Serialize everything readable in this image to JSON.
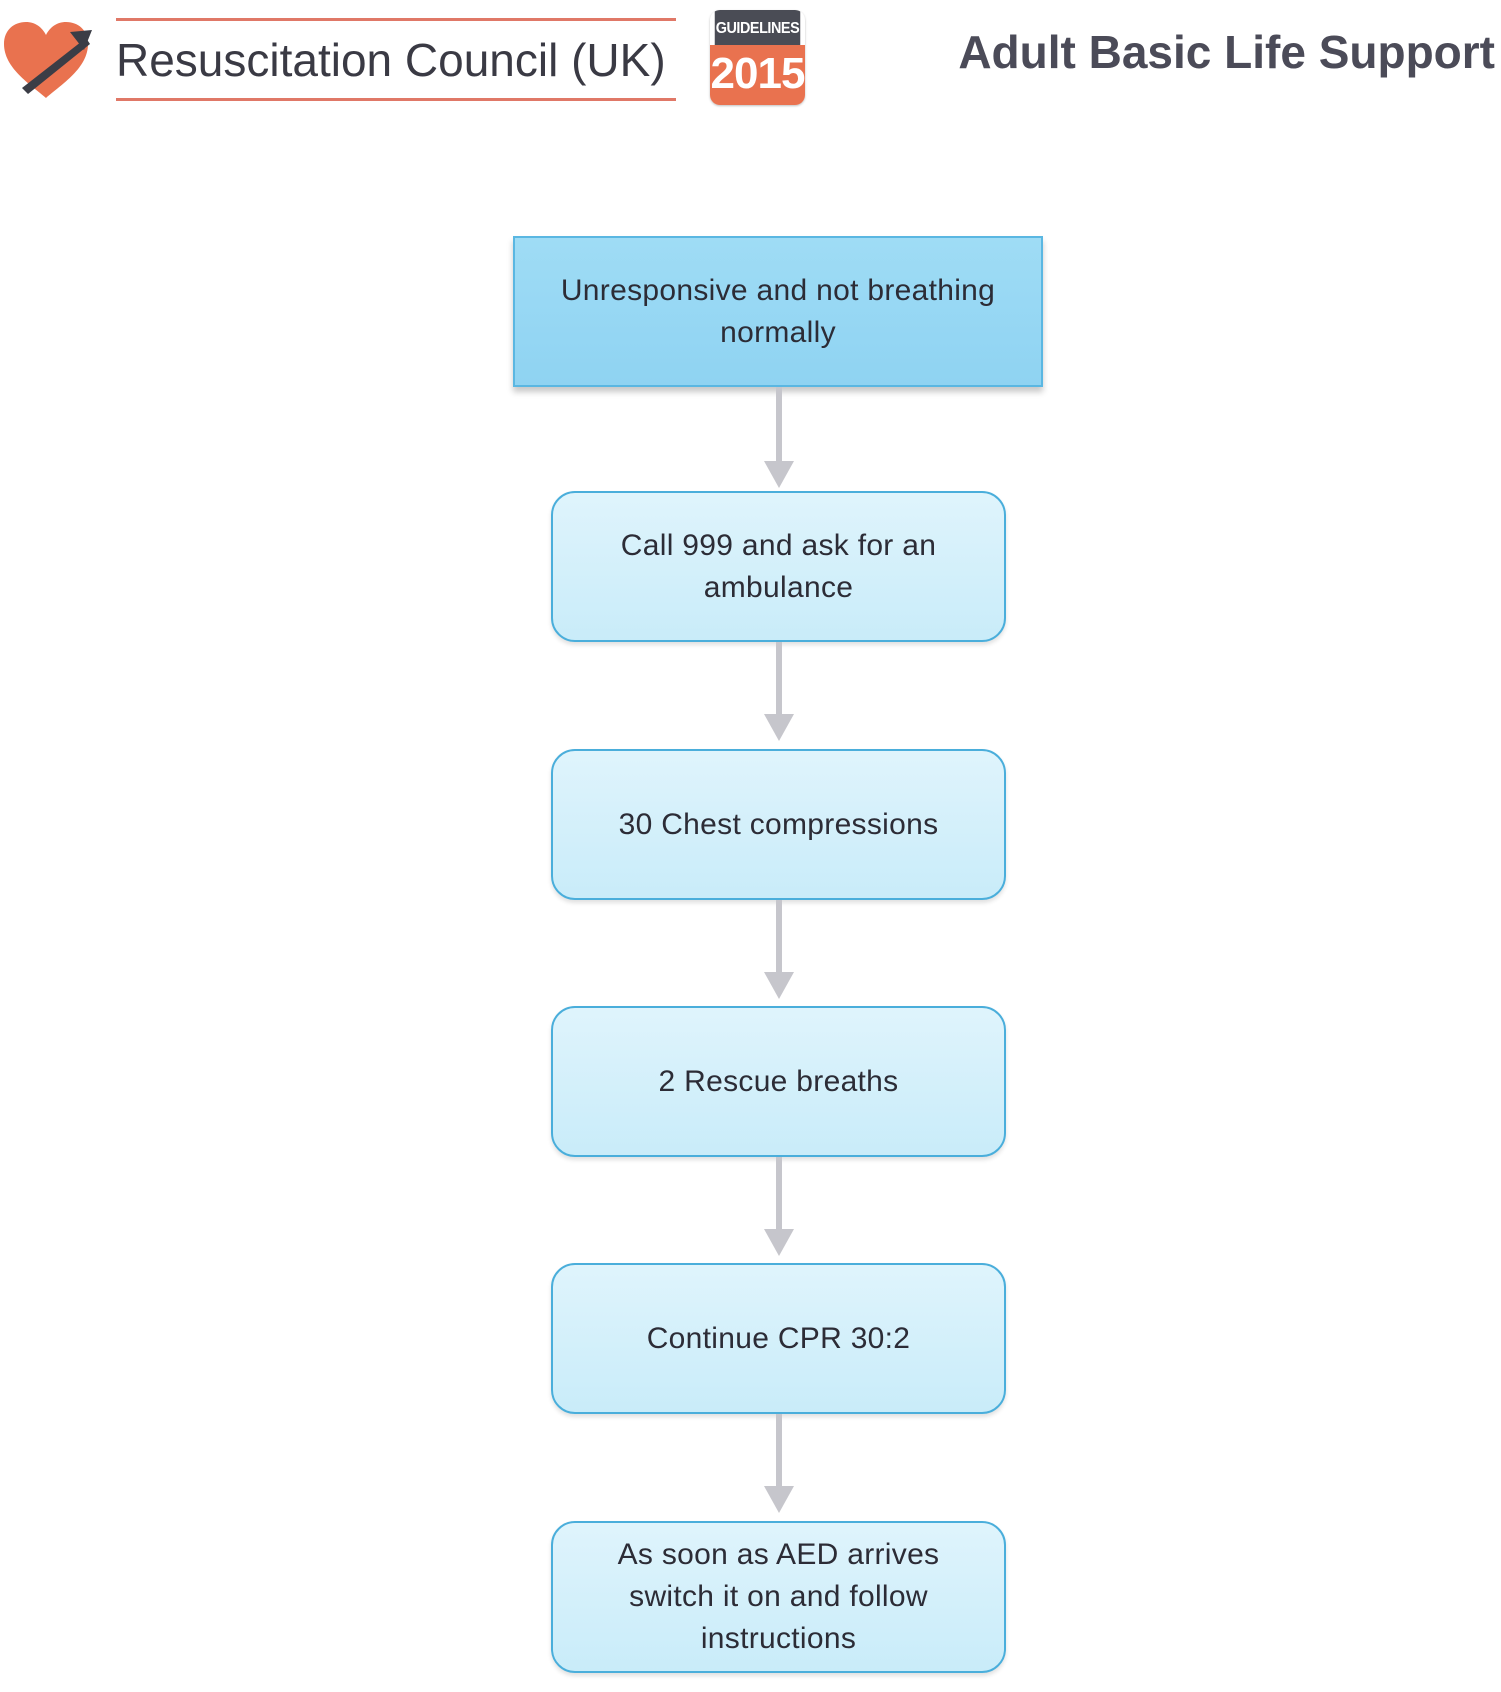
{
  "header": {
    "organisation_name": "Resuscitation Council (UK)",
    "badge_top": "GUIDELINES",
    "badge_year": "2015",
    "page_title": "Adult Basic Life Support",
    "colors": {
      "brand_orange": "#e9724f",
      "badge_dark": "#4a4c55",
      "rule_red": "#e07867"
    }
  },
  "flow": {
    "steps": [
      {
        "text": "Unresponsive and not breathing normally"
      },
      {
        "text": "Call 999 and ask for an ambulance"
      },
      {
        "text": "30 Chest compressions"
      },
      {
        "text": "2 Rescue breaths"
      },
      {
        "text": "Continue CPR 30:2"
      },
      {
        "text": "As soon as AED arrives switch it on and follow instructions"
      }
    ],
    "colors": {
      "first_fill": "#95d7f3",
      "step_fill": "#d4f0fb",
      "step_border": "#4aaedb",
      "arrow": "#c6c6cc"
    }
  }
}
